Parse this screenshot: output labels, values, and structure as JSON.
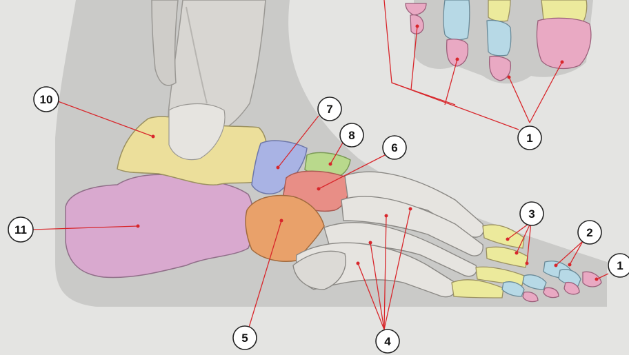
{
  "colors": {
    "background": "#e4e4e2",
    "shadow": "#c9c9c7",
    "phalanx_distal": "#e9a9c3",
    "phalanx_middle": "#b7d9e6",
    "phalanx_proximal": "#ecea9c",
    "metatarsal": "#e6e4e0",
    "cuboid": "#e9a16a",
    "lateral_cuneiform": "#e88e86",
    "intermediate_cuneiform": "#b9d98c",
    "medial_cuneiform_navicular": "#a9b3e4",
    "talus": "#ecdf9b",
    "calcaneus": "#d9a9cf",
    "leader_line": "#d8262b"
  },
  "labels": [
    {
      "id": "1",
      "text": "1"
    },
    {
      "id": "1b",
      "text": "1"
    },
    {
      "id": "2",
      "text": "2"
    },
    {
      "id": "3",
      "text": "3"
    },
    {
      "id": "4",
      "text": "4"
    },
    {
      "id": "5",
      "text": "5"
    },
    {
      "id": "6",
      "text": "6"
    },
    {
      "id": "7",
      "text": "7"
    },
    {
      "id": "8",
      "text": "8"
    },
    {
      "id": "10",
      "text": "10"
    },
    {
      "id": "11",
      "text": "11"
    }
  ]
}
